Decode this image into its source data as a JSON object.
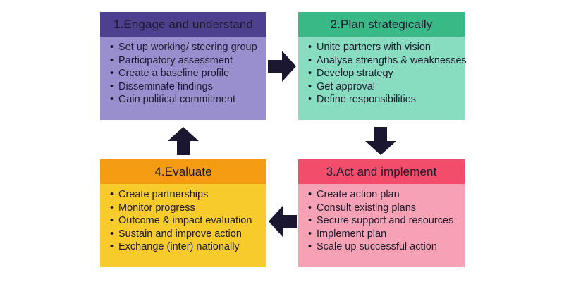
{
  "diagram": {
    "steps": [
      {
        "title": "1.Engage and understand",
        "items": [
          "Set up working/ steering group",
          "Participatory assessment",
          "Create a baseline profile",
          "Disseminate findings",
          "Gain political commitment"
        ]
      },
      {
        "title": "2.Plan strategically",
        "items": [
          "Unite partners with vision",
          "Analyse strengths & weaknesses",
          "Develop strategy",
          "Get approval",
          "Define responsibilities"
        ]
      },
      {
        "title": "3.Act and implement",
        "items": [
          "Create action plan",
          "Consult existing plans",
          "Secure support and resources",
          "Implement plan",
          "Scale up successful action"
        ]
      },
      {
        "title": "4.Evaluate",
        "items": [
          "Create partnerships",
          "Monitor progress",
          "Outcome & impact evaluation",
          "Sustain and improve action",
          "Exchange (inter) nationally"
        ]
      }
    ],
    "colors": {
      "arrow": "#1c1730",
      "text": "#1a1a2e"
    }
  }
}
